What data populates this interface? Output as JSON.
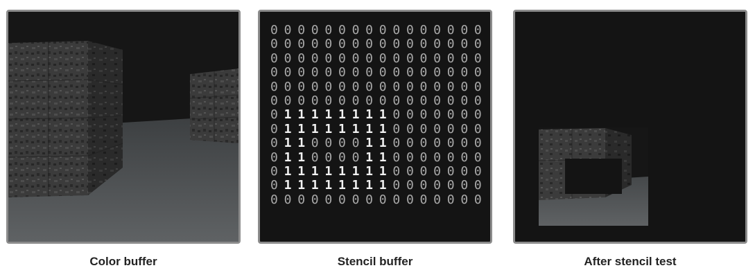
{
  "panels": [
    {
      "id": "color",
      "caption": "Color buffer"
    },
    {
      "id": "stencil",
      "caption": "Stencil buffer"
    },
    {
      "id": "after",
      "caption": "After stencil test"
    }
  ],
  "stencil_grid": [
    "0000000000000000",
    "0000000000000000",
    "0000000000000000",
    "0000000000000000",
    "0000000000000000",
    "0000000000000000",
    "0111111110000000",
    "0111111110000000",
    "0110000110000000",
    "0110000110000000",
    "0111111110000000",
    "0111111110000000",
    "0000000000000000"
  ],
  "colors": {
    "background_dark": "#141414",
    "panel_border": "#8c8c8c",
    "stencil_zero": "#a9a9a9",
    "stencil_one": "#f2f2f2",
    "caption_text": "#222222"
  }
}
